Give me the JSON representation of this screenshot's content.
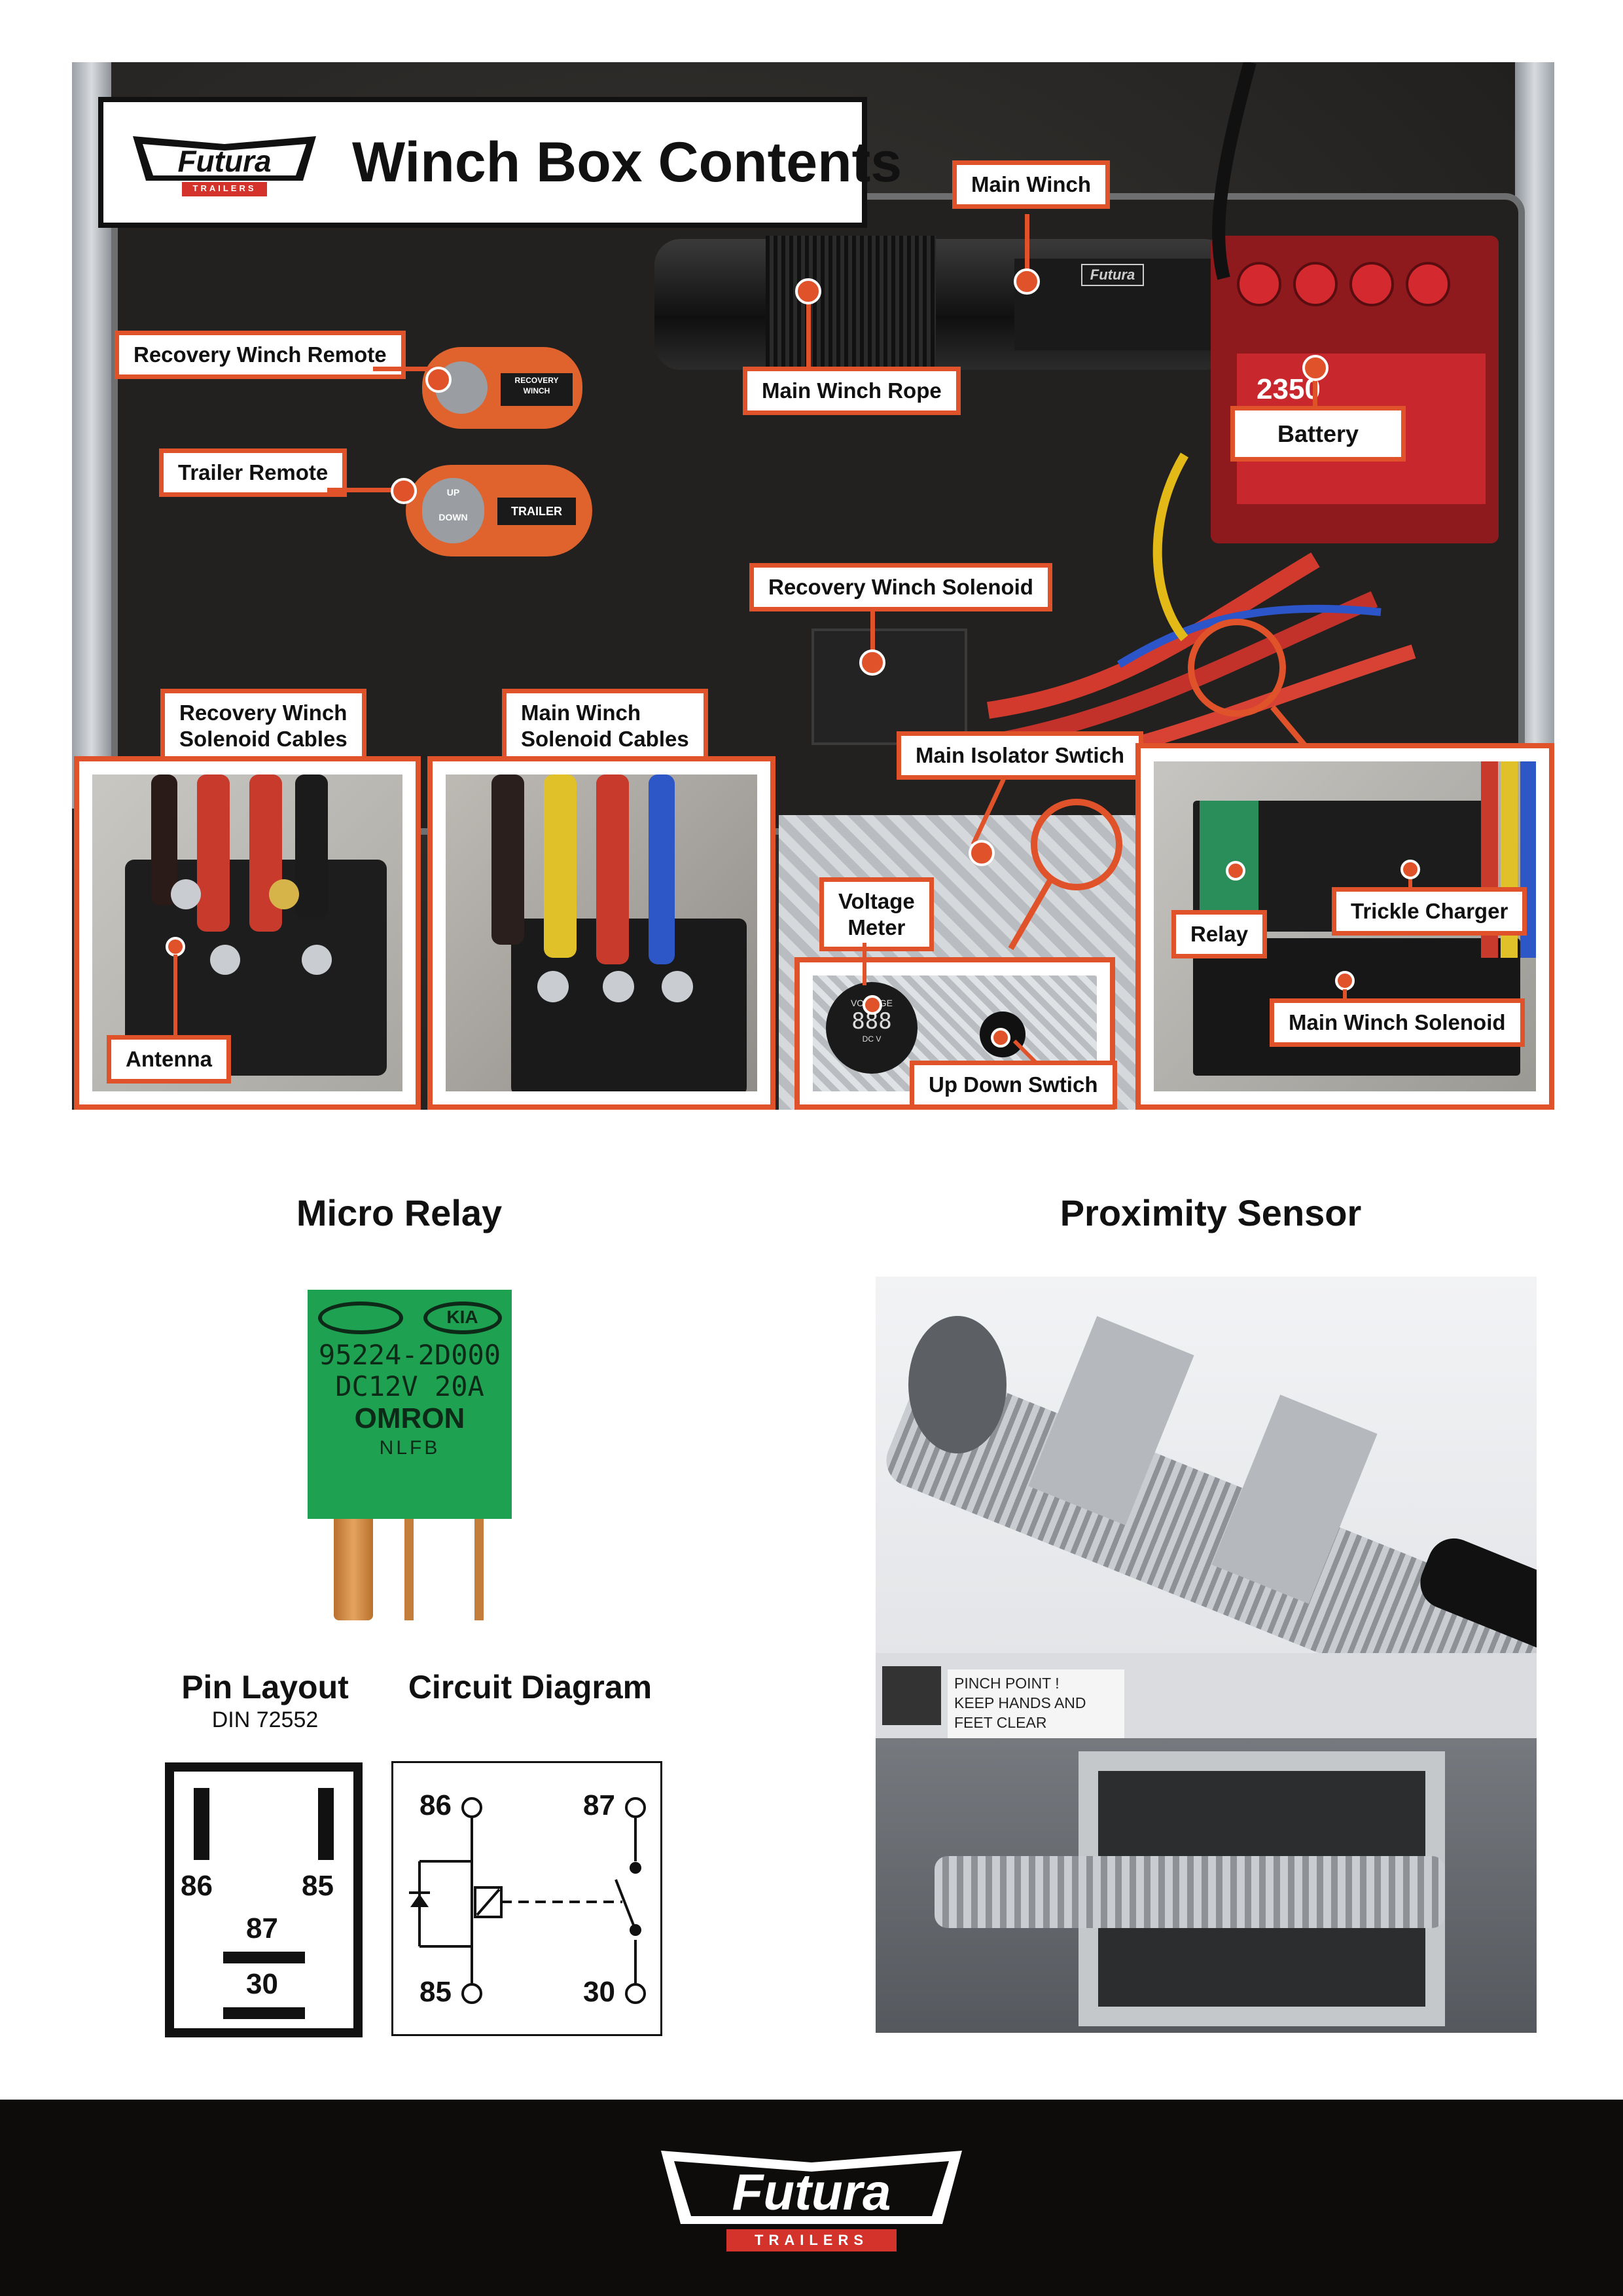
{
  "header": {
    "title": "Winch Box Contents",
    "brand": "Futura",
    "brand_sub": "TRAILERS"
  },
  "callouts": {
    "main_winch": "Main Winch",
    "recovery_winch_remote": "Recovery Winch Remote",
    "main_winch_rope": "Main Winch Rope",
    "trailer_remote": "Trailer Remote",
    "battery": "Battery",
    "recovery_winch_solenoid": "Recovery Winch Solenoid",
    "recovery_winch_solenoid_cables": [
      "Recovery Winch",
      "Solenoid Cables"
    ],
    "main_winch_solenoid_cables": [
      "Main Winch",
      "Solenoid Cables"
    ],
    "main_isolator_switch": "Main Isolator Swtich",
    "voltage_meter": [
      "Voltage",
      "Meter"
    ],
    "trickle_charger": "Trickle Charger",
    "relay": "Relay",
    "main_winch_solenoid": "Main Winch Solenoid",
    "antenna": "Antenna",
    "up_down_switch": "Up Down Swtich"
  },
  "photo_text": {
    "remote1": [
      "RECOVERY",
      "WINCH"
    ],
    "remote2": "TRAILER",
    "remote2_buttons": [
      "UP",
      "DOWN"
    ],
    "battery_label": "2350",
    "voltmeter_label": "VOLTAGE",
    "voltmeter_digits": "888",
    "voltmeter_units": "DC    V"
  },
  "micro_relay": {
    "title": "Micro Relay",
    "relay_lines": [
      "95224-2D000",
      "DC12V 20A",
      "OMRON",
      "NLFB"
    ],
    "relay_brands": [
      "KIA"
    ],
    "pin_layout_title": "Pin Layout",
    "pin_layout_sub": "DIN 72552",
    "circuit_title": "Circuit Diagram",
    "pins": [
      "86",
      "85",
      "87",
      "30"
    ]
  },
  "proximity": {
    "title": "Proximity Sensor",
    "warning": [
      "PINCH POINT !",
      "KEEP HANDS AND",
      "FEET CLEAR"
    ]
  },
  "colors": {
    "accent": "#e0522a",
    "relay_green": "#1fa152",
    "footer_bg": "#0d0c0b",
    "brand_red": "#d4332b"
  }
}
